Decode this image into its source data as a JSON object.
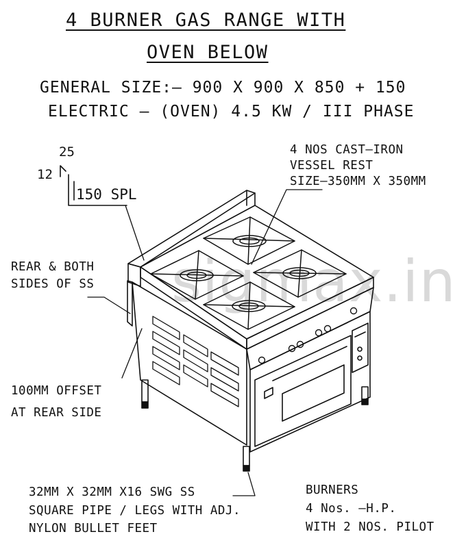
{
  "title": {
    "line1": "4 BURNER GAS RANGE WITH",
    "line2": "OVEN BELOW"
  },
  "specs": {
    "general_size": "GENERAL SIZE:– 900 X 900 X 850 + 150",
    "electric": "ELECTRIC – (OVEN) 4.5 KW / III PHASE"
  },
  "dimension_marks": {
    "d25": "25",
    "d12": "12",
    "d150": "150 SPL"
  },
  "callouts": {
    "vessel_rest": [
      "4 NOS CAST–IRON",
      "VESSEL REST",
      "SIZE–350MM X 350MM"
    ],
    "rear_sides": [
      "REAR & BOTH",
      "SIDES OF SS"
    ],
    "offset": [
      "100MM OFFSET",
      "AT REAR SIDE"
    ],
    "legs": [
      "32MM X 32MM X16 SWG SS",
      "SQUARE PIPE / LEGS WITH ADJ.",
      "NYLON BULLET FEET"
    ],
    "burners": [
      "BURNERS",
      "4 Nos. –H.P.",
      "WITH 2 NOS. PILOT"
    ]
  },
  "watermark": "sigmax.in",
  "colors": {
    "line": "#111111",
    "watermark": "#d9d9d9",
    "background": "#ffffff"
  }
}
